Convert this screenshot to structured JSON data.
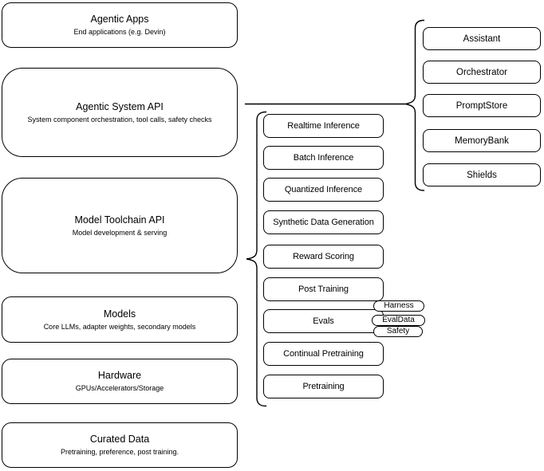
{
  "diagram": {
    "left_stack": [
      {
        "title": "Agentic Apps",
        "subtitle": "End applications (e.g. Devin)"
      },
      {
        "title": "Agentic System API",
        "subtitle": "System component orchestration, tool calls, safety checks"
      },
      {
        "title": "Model Toolchain API",
        "subtitle": "Model development & serving"
      },
      {
        "title": "Models",
        "subtitle": "Core LLMs, adapter weights, secondary models"
      },
      {
        "title": "Hardware",
        "subtitle": "GPUs/Accelerators/Storage"
      },
      {
        "title": "Curated Data",
        "subtitle": "Pretraining, preference, post training."
      }
    ],
    "toolchain_services": [
      "Realtime Inference",
      "Batch Inference",
      "Quantized Inference",
      "Synthetic Data Generation",
      "Reward Scoring",
      "Post Training",
      "Evals",
      "Continual Pretraining",
      "Pretraining"
    ],
    "eval_tags": [
      "Harness",
      "EvalData",
      "Safety"
    ],
    "system_components": [
      "Assistant",
      "Orchestrator",
      "PromptStore",
      "MemoryBank",
      "Shields"
    ],
    "colors": {
      "stroke": "#000000",
      "node_fill": "#ffffff",
      "background": "#ffffff"
    }
  }
}
